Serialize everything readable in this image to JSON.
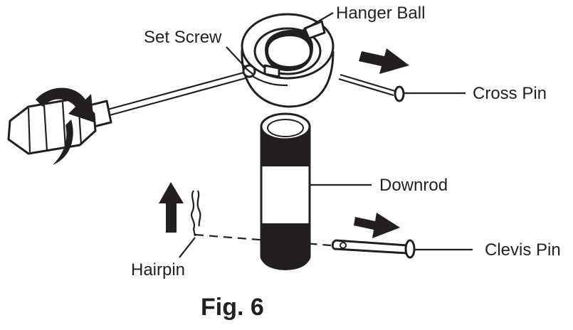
{
  "labels": {
    "hanger_ball": "Hanger Ball",
    "set_screw": "Set Screw",
    "cross_pin": "Cross Pin",
    "downrod": "Downrod",
    "clevis_pin": "Clevis Pin",
    "hairpin": "Hairpin"
  },
  "caption": "Fig. 6",
  "colors": {
    "ink": "#231f20",
    "background": "#ffffff"
  },
  "icons": [
    "screwdriver-icon",
    "rotation-arrow-icon",
    "right-arrow-icon",
    "up-arrow-icon"
  ]
}
